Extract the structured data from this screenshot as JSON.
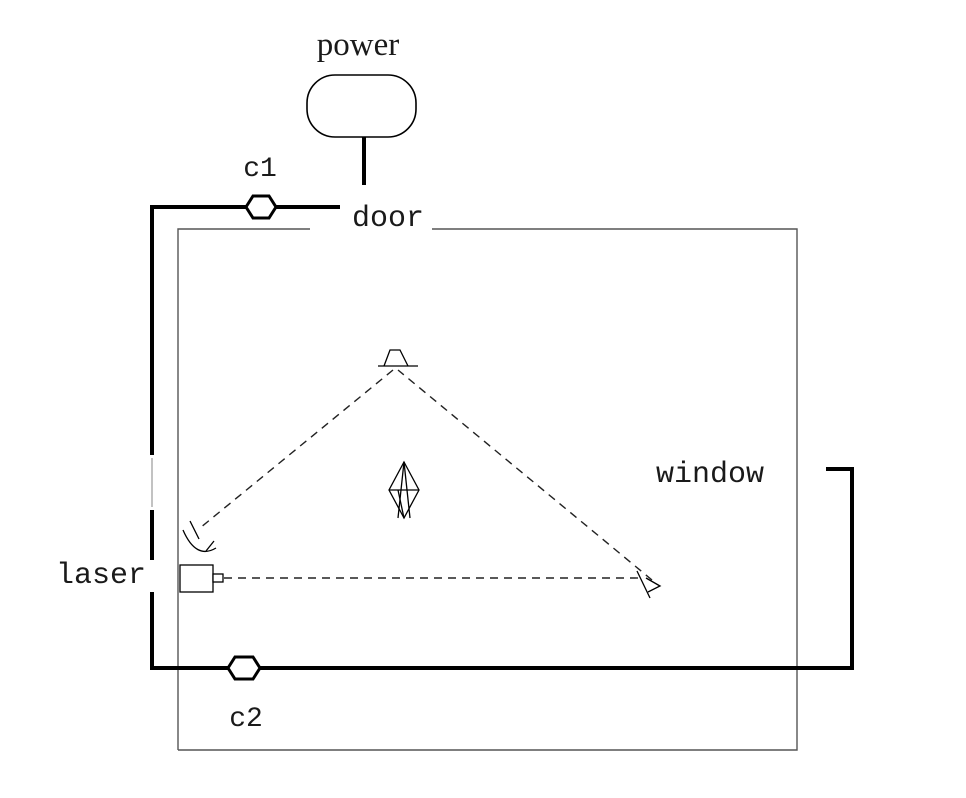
{
  "labels": {
    "power": "power",
    "c1": "c1",
    "door": "door",
    "window": "window",
    "laser": "laser",
    "c2": "c2"
  },
  "colors": {
    "wire": "#000000",
    "room_outline": "#555555",
    "beam": "#222222",
    "text": "#1a1a1a",
    "background": "#ffffff"
  }
}
